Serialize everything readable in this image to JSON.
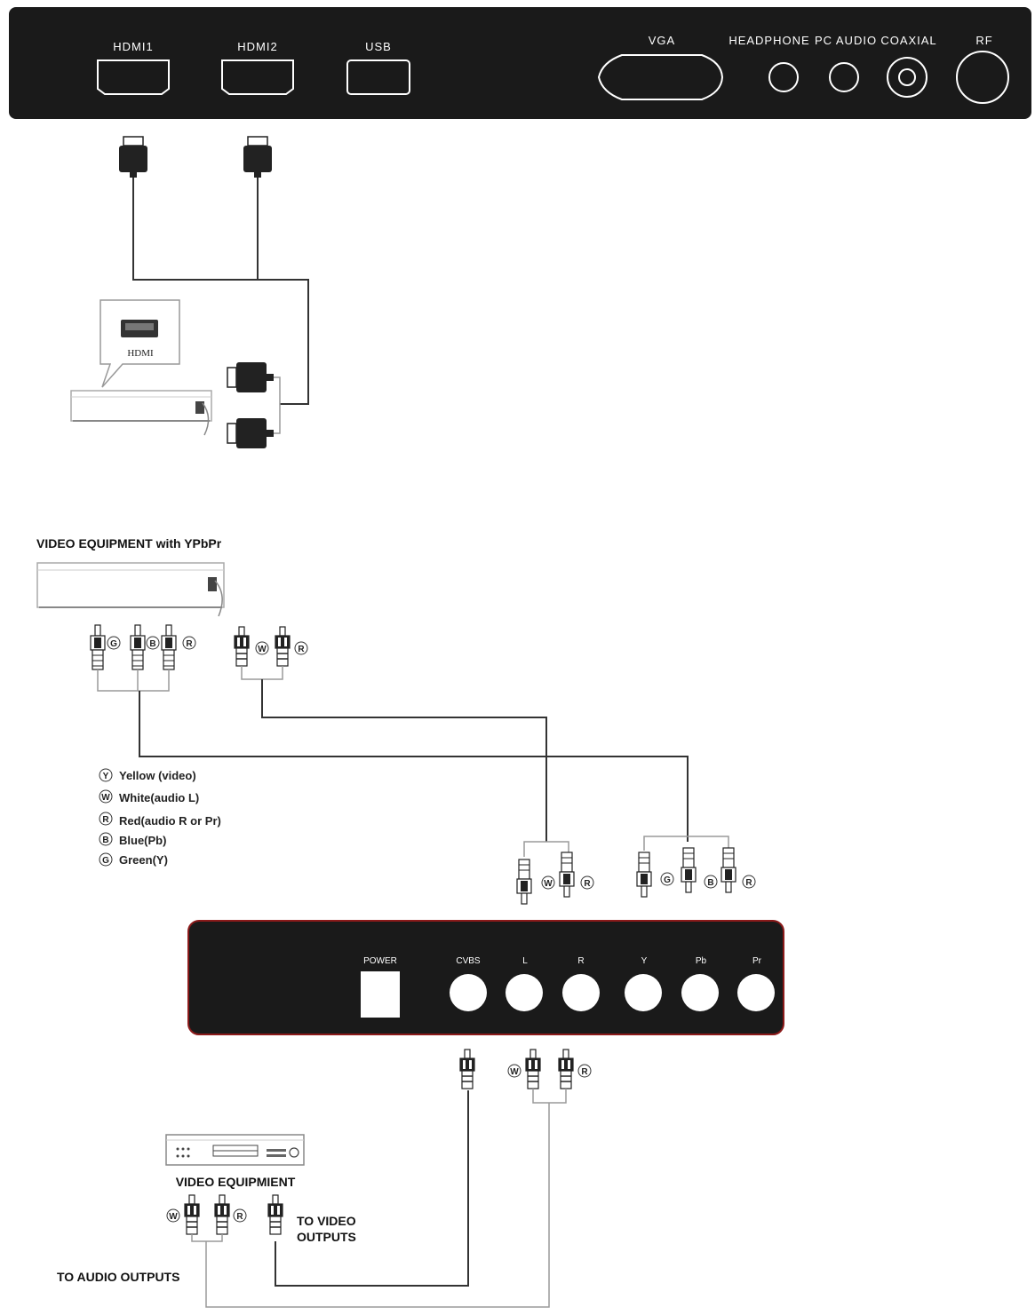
{
  "top_panel": {
    "ports": [
      {
        "id": "hdmi1",
        "label": "HDMI1"
      },
      {
        "id": "hdmi2",
        "label": "HDMI2"
      },
      {
        "id": "usb",
        "label": "USB"
      },
      {
        "id": "vga",
        "label": "VGA"
      },
      {
        "id": "headphone",
        "label": "HEADPHONE"
      },
      {
        "id": "pcaudio",
        "label": "PC AUDIO"
      },
      {
        "id": "coaxial",
        "label": "COAXIAL"
      },
      {
        "id": "rf",
        "label": "RF"
      }
    ]
  },
  "hdmi_device": {
    "label": "HDMI"
  },
  "ypbpr_device": {
    "title": "VIDEO EQUIPMENT with YPbPr"
  },
  "connector_letters": {
    "g": "G",
    "b": "B",
    "r": "R",
    "w": "W",
    "y": "Y"
  },
  "legend": {
    "items": [
      {
        "letter": "Y",
        "text": "Yellow (video)"
      },
      {
        "letter": "W",
        "text": "White(audio L)"
      },
      {
        "letter": "R",
        "text": "Red(audio R or Pr)"
      },
      {
        "letter": "B",
        "text": "Blue(Pb)"
      },
      {
        "letter": "G",
        "text": "Green(Y)"
      }
    ]
  },
  "bottom_panel": {
    "power_label": "POWER",
    "jacks": [
      "CVBS",
      "L",
      "R",
      "Y",
      "Pb",
      "Pr"
    ]
  },
  "video_equipment": {
    "title": "VIDEO EQUIPMIENT",
    "video_outputs_line1": "TO VIDEO",
    "video_outputs_line2": "OUTPUTS",
    "audio_outputs": "TO AUDIO OUTPUTS"
  },
  "colors": {
    "panel": "#1a1a1a",
    "panel_border_bottom": "#8b1a1a",
    "wire": "#333333",
    "wire_light": "#9a9a9a"
  }
}
